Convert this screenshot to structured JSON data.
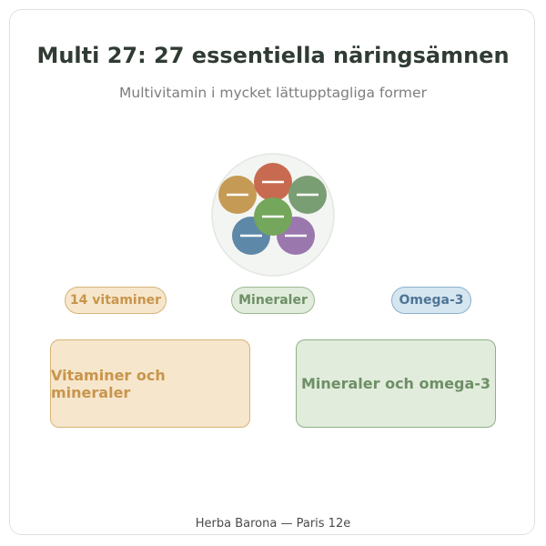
{
  "header": {
    "title": "Multi 27: 27 essentiella näringsämnen",
    "subtitle": "Multivitamin i mycket lättupptagliga former"
  },
  "graphic": {
    "icon": "pill-cluster-icon",
    "pill_colors": [
      "#c59a55",
      "#c76a4f",
      "#7a9e74",
      "#5e88a8",
      "#9a78ae",
      "#74a65b"
    ]
  },
  "tags": [
    {
      "label": "14 vitaminer",
      "color": "#c8954c",
      "bg": "#f6e6cc"
    },
    {
      "label": "Mineraler",
      "color": "#6e8f66",
      "bg": "#e1ecdc"
    },
    {
      "label": "Omega-3",
      "color": "#4f7596",
      "bg": "#d6e6f1"
    }
  ],
  "boxes": [
    {
      "label": "Vitaminer och mineraler",
      "color": "#c8954c",
      "bg": "#f6e6cc"
    },
    {
      "label": "Mineraler och omega-3",
      "color": "#6e8f66",
      "bg": "#e1ecdc"
    }
  ],
  "footer": {
    "text": "Herba Barona — Paris 12e"
  }
}
